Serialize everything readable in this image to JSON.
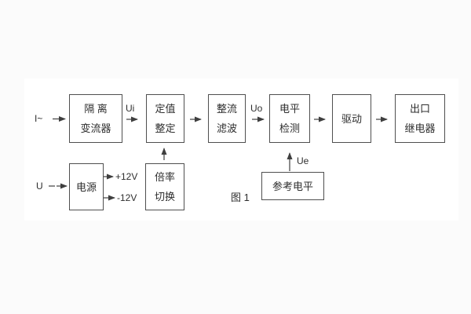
{
  "figure": {
    "caption": "图 1",
    "labels": {
      "input_current": "I~",
      "input_voltage": "U",
      "ui": "Ui",
      "uo": "Uo",
      "ue": "Ue",
      "plus12v": "+12V",
      "minus12v": "-12V"
    },
    "blocks": {
      "isolation": {
        "line1": "隔 离",
        "line2": "变流器"
      },
      "setting": {
        "line1": "定值",
        "line2": "整定"
      },
      "rectifier": {
        "line1": "整流",
        "line2": "滤波"
      },
      "level_detect": {
        "line1": "电平",
        "line2": "检测"
      },
      "drive": {
        "line1": "驱动"
      },
      "output_relay": {
        "line1": "出口",
        "line2": "继电器"
      },
      "power": {
        "line1": "电源"
      },
      "ratio_switch": {
        "line1": "倍率",
        "line2": "切换"
      },
      "reference_level": {
        "line1": "参考电平"
      }
    },
    "colors": {
      "background": "#fbfbfb",
      "panel": "#ffffff",
      "line": "#3f3f3f",
      "text": "#2e2e2e"
    }
  }
}
